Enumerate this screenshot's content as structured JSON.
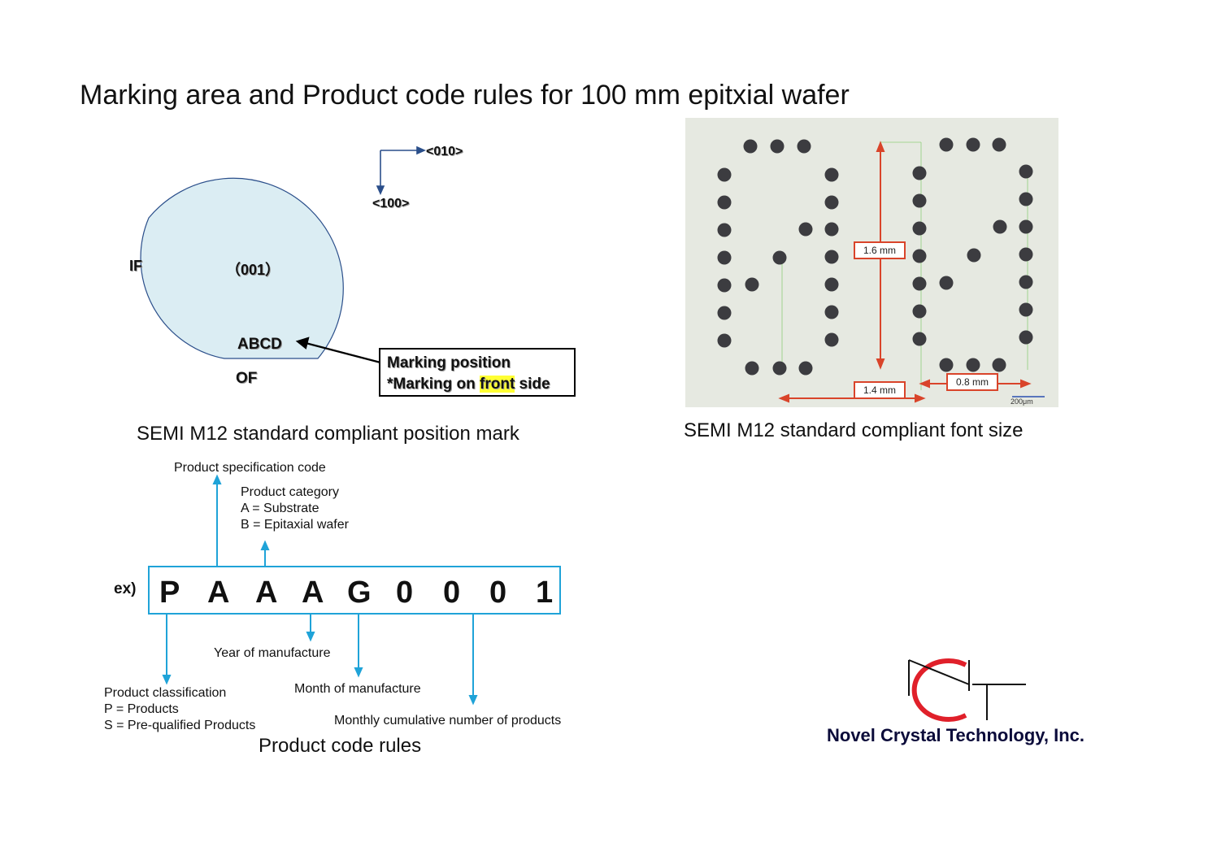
{
  "title": "Marking area and Product code rules for 100 mm epitxial wafer",
  "wafer": {
    "dir_010": "<010>",
    "dir_100": "<100>",
    "if_label": "IF",
    "plane_label": "（001）",
    "mark_text": "ABCD",
    "of_label": "OF",
    "marking_box_line1": "Marking position",
    "marking_box_line2_prefix": "*Marking on ",
    "marking_box_line2_highlight": "front",
    "marking_box_line2_suffix": " side",
    "caption": "SEMI M12 standard compliant position mark",
    "wafer_color": "#dbedf3"
  },
  "font_photo": {
    "dim_height": "1.6  mm",
    "dim_width": "1.4  mm",
    "dim_spacing": "0.8  mm",
    "scale_bar": "200μm",
    "caption": "SEMI M12 standard compliant font size"
  },
  "product_code": {
    "example_label": "ex)",
    "chars": [
      "P",
      "A",
      "A",
      "A",
      "G",
      "0",
      "0",
      "0",
      "1"
    ],
    "spec_code_label": "Product specification code",
    "category_title": "Product category",
    "category_a": "A = Substrate",
    "category_b": "B = Epitaxial wafer",
    "year_label": "Year of manufacture",
    "month_label": "Month of manufacture",
    "classification_title": "Product classification",
    "classification_p": "P = Products",
    "classification_s": "S = Pre-qualified Products",
    "cumulative_label": "Monthly cumulative number of products",
    "caption": "Product code rules",
    "accent_color": "#1fa3d8"
  },
  "logo": {
    "company": "Novel Crystal Technology, Inc.",
    "logo_letters": "NCT",
    "logo_red": "#e0202a"
  }
}
